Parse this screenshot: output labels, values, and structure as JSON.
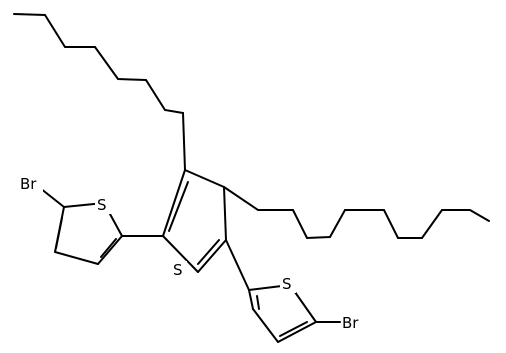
{
  "structure": {
    "atoms": {
      "s_left_ring": "S",
      "s_center_ring": "S",
      "s_right_ring": "S",
      "br_left": "Br",
      "br_right": "Br"
    },
    "colors": {
      "bond": "#000000",
      "text": "#000000",
      "background": "#ffffff"
    }
  }
}
